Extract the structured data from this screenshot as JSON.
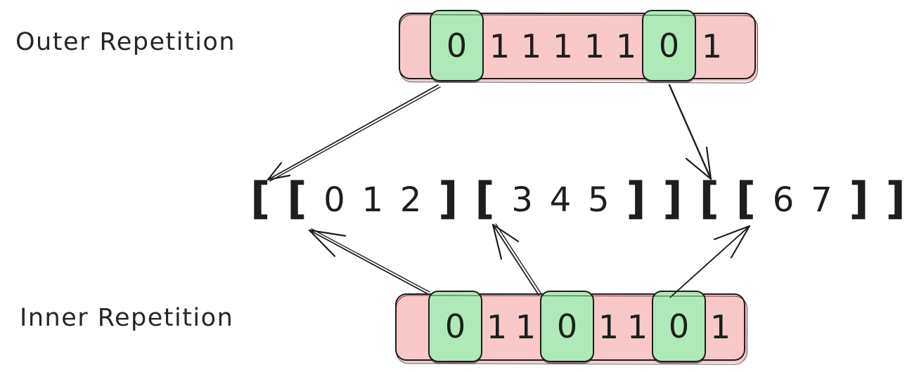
{
  "labels": {
    "outer": "Outer Repetition",
    "inner": "Inner Repetition"
  },
  "outer_box": {
    "digits": [
      "0",
      "1",
      "1",
      "1",
      "1",
      "1",
      "0",
      "1"
    ],
    "highlighted_indices": [
      0,
      6
    ],
    "highlighted_value": "0"
  },
  "inner_box": {
    "digits": [
      "0",
      "1",
      "1",
      "0",
      "1",
      "1",
      "0",
      "1"
    ],
    "highlighted_indices": [
      0,
      3,
      6
    ],
    "highlighted_value": "0"
  },
  "expression": {
    "tokens": [
      "[",
      "[",
      "0",
      "1",
      "2",
      "]",
      "[",
      "3",
      "4",
      "5",
      "]",
      "]",
      "[",
      "[",
      "6",
      "7",
      "]",
      "]"
    ],
    "text": "[ [ 0 1 2 ] [ 3 4 5 ] ] [ [ 6 7 ] ]"
  },
  "colors": {
    "box_fill": "#f9c8c8",
    "highlight_fill": "#aeeab8",
    "stroke": "#1e1e1e",
    "background": "#ffffff"
  }
}
